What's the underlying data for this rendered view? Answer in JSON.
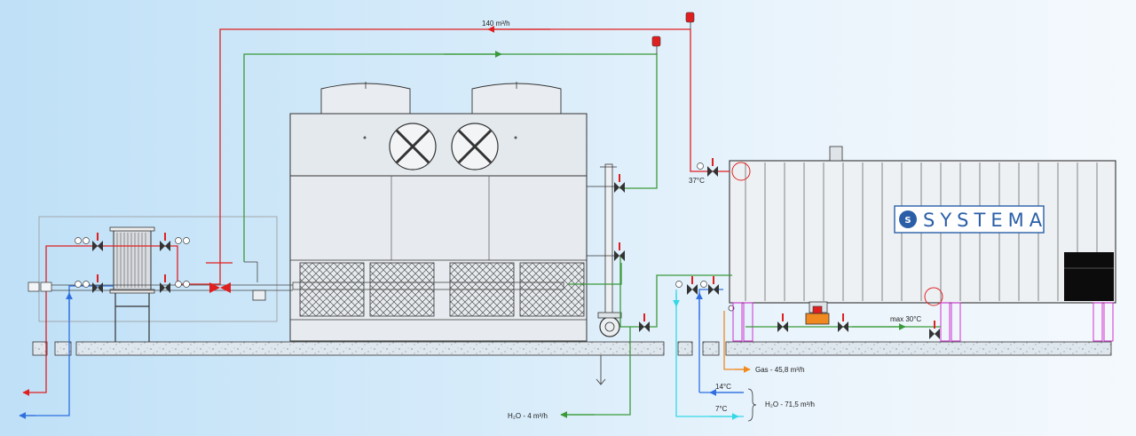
{
  "brand": {
    "name": "SYSTEMA"
  },
  "flows": {
    "hot_return": "140 m³/h",
    "gas": "Gas - 45,8 m³/h",
    "water_makeup": "H₂O - 4 m³/h",
    "water_process": "H₂O - 71,5 m³/h"
  },
  "temperatures": {
    "container_inlet": "37°C",
    "outlet_max": "max 30°C",
    "water_supply": "14°C",
    "water_return": "7°C"
  },
  "colors": {
    "hot_line": "#e02020",
    "warm_line": "#3a9a3a",
    "cold_supply": "#2f6fe0",
    "cold_return": "#35d8e8",
    "gas_line": "#f08a20",
    "brand": "#2a5fa8"
  }
}
